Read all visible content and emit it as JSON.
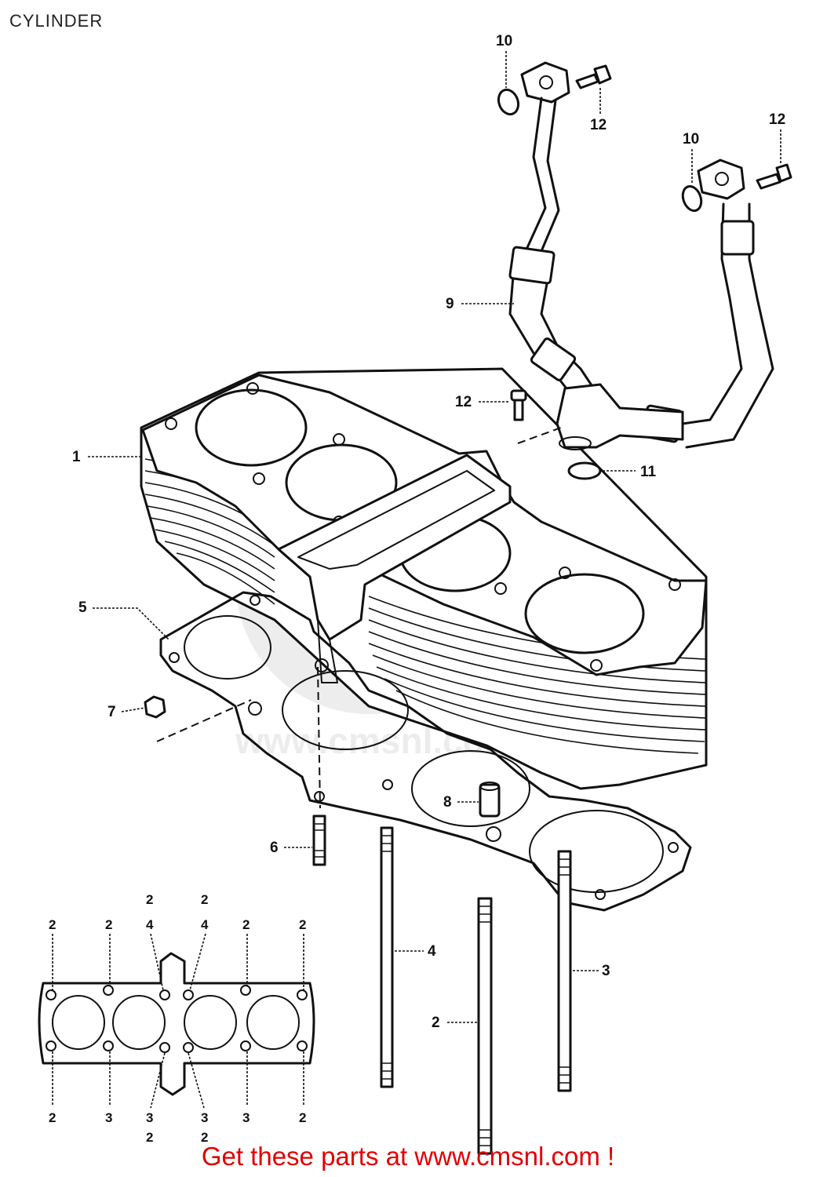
{
  "title": "CYLINDER",
  "footer": {
    "text": "Get these parts at www.cmsnl.com !"
  },
  "watermark": {
    "text": "www.cmsnl.com"
  },
  "callouts": {
    "c1": "1",
    "c2": "2",
    "c3": "3",
    "c4": "4",
    "c5": "5",
    "c6": "6",
    "c7": "7",
    "c8": "8",
    "c9": "9",
    "c10a": "10",
    "c10b": "10",
    "c11": "11",
    "c12a": "12",
    "c12b": "12",
    "c12c": "12"
  },
  "torque_pattern": {
    "top": [
      "2",
      "2",
      "2",
      "4",
      "2",
      "4",
      "2",
      "2"
    ],
    "bottom": [
      "2",
      "3",
      "3",
      "2",
      "3",
      "2",
      "3",
      "2"
    ]
  },
  "colors": {
    "footer": "#e00000",
    "ink": "#111111",
    "background": "#ffffff"
  }
}
